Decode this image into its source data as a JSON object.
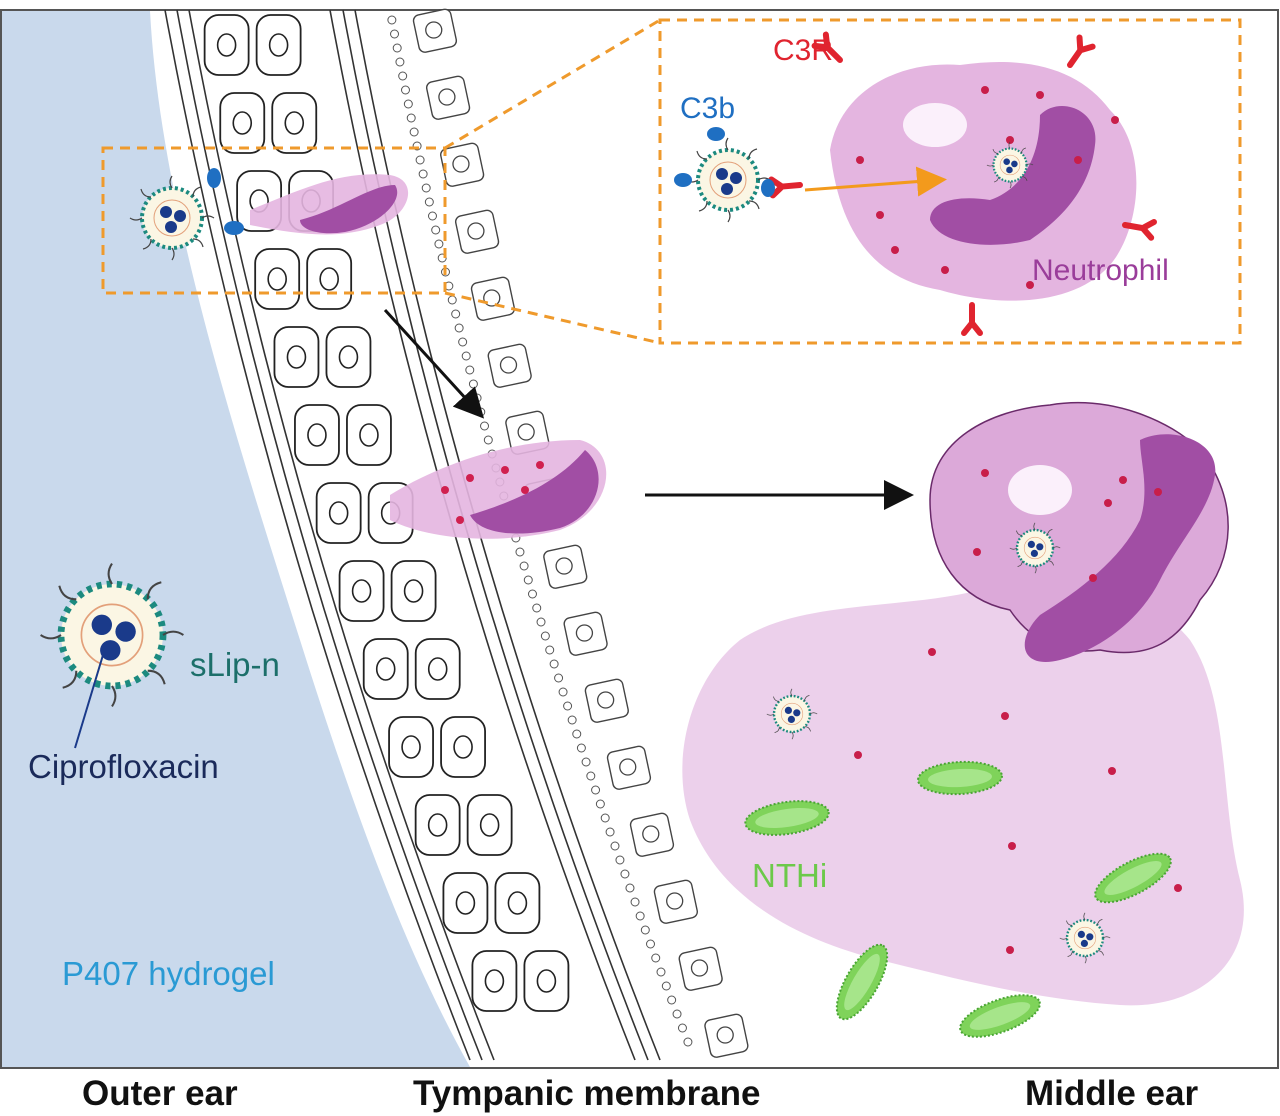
{
  "labels": {
    "c3r": "C3R",
    "c3b": "C3b",
    "neutrophil": "Neutrophil",
    "slip_n": "sLip-n",
    "ciprofloxacin": "Ciprofloxacin",
    "nthi": "NTHi",
    "hydrogel": "P407 hydrogel"
  },
  "regions": {
    "outer_ear": "Outer ear",
    "tympanic_membrane": "Tympanic membrane",
    "middle_ear": "Middle ear"
  },
  "colors": {
    "hydrogel": "#c9d9ec",
    "neutrophil_body": "#e4b5e0",
    "nucleus": "#a14ea4",
    "receptor": "#e0242f",
    "c3b": "#1f6fc2",
    "liposome": "#1c8a7f",
    "bacteria": "#6cc94a",
    "highlight_box": "#ef9a2c"
  }
}
